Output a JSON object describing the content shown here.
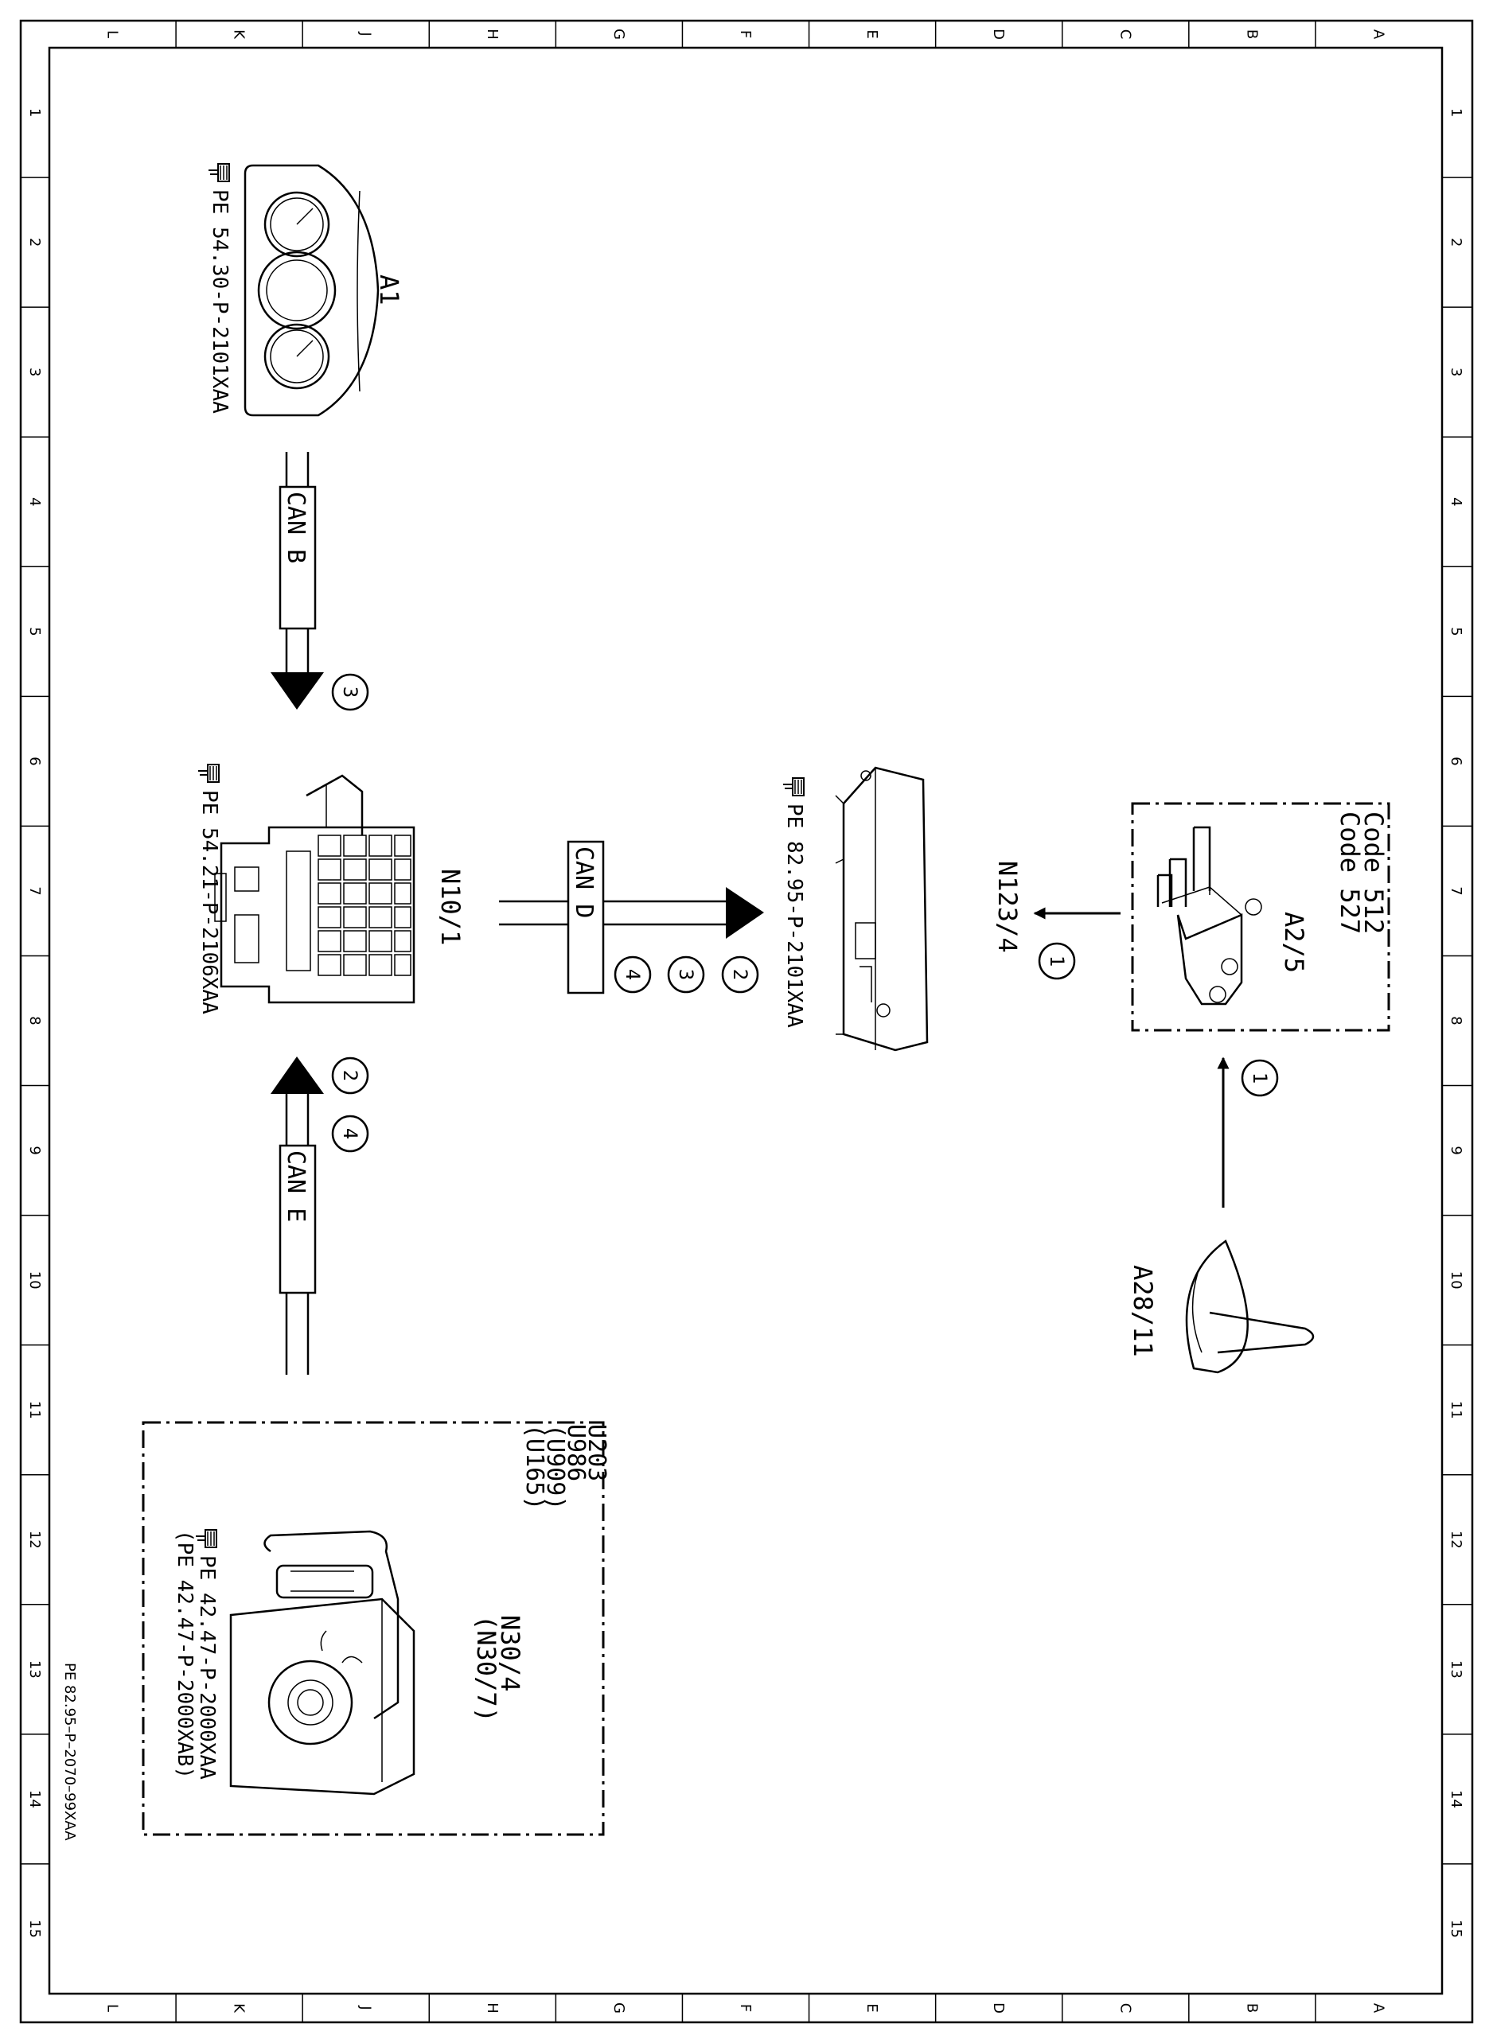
{
  "grid": {
    "col_letters": [
      "L",
      "K",
      "J",
      "H",
      "G",
      "F",
      "E",
      "D",
      "C",
      "B",
      "A"
    ],
    "row_numbers": [
      "1",
      "2",
      "3",
      "4",
      "5",
      "6",
      "7",
      "8",
      "9",
      "10",
      "11",
      "12",
      "13",
      "14",
      "15"
    ]
  },
  "document_id": "PE 82.95–P–2070–99XAA",
  "components": {
    "a1": {
      "label": "A1",
      "ref": "PE  54.30-P-2101XAA"
    },
    "n10_1": {
      "label": "N10/1",
      "ref": "PE  54.21-P-2106XAA"
    },
    "n123_4": {
      "label": "N123/4",
      "ref": "PE  82.95-P-2101XAA"
    },
    "a2_5": {
      "label": "A2/5",
      "codes": [
        "Code  512",
        "Code  527"
      ]
    },
    "a28_11": {
      "label": "A28/11"
    },
    "n30_4": {
      "labels": [
        "N30/4",
        "(N30/7)"
      ],
      "variants": [
        "U203",
        "U986",
        "(U909)",
        "(U165)"
      ],
      "refs": [
        "PE  42.47-P-2000XAA",
        "(PE  42.47-P-2000XAB)"
      ]
    }
  },
  "buses": {
    "can_b": "CAN B",
    "can_d": "CAN D",
    "can_e": "CAN E"
  },
  "markers": {
    "m1": "1",
    "m2": "2",
    "m3": "3",
    "m4": "4"
  },
  "icons": [
    "pointing-hand-icon"
  ]
}
